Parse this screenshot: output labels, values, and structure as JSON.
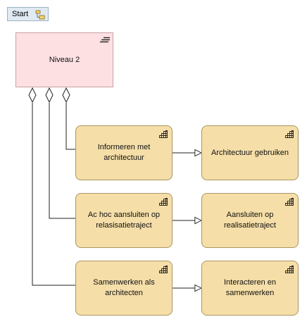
{
  "start": {
    "label": "Start",
    "icon": "folder-tree-icon"
  },
  "group": {
    "label": "Niveau 2",
    "icon": "menu-lines-icon"
  },
  "rows": [
    {
      "left": "Informeren met architectuur",
      "right": "Architectuur gebruiken"
    },
    {
      "left": "Ac hoc aansluiten op relasisatietraject",
      "right": "Aansluiten op realisatietraject"
    },
    {
      "left": "Samenwerken als architecten",
      "right": "Interacteren en samenwerken"
    }
  ],
  "colors": {
    "group_fill": "#fde0e2",
    "node_fill": "#f5dea8",
    "start_fill": "#dfeaf2"
  }
}
